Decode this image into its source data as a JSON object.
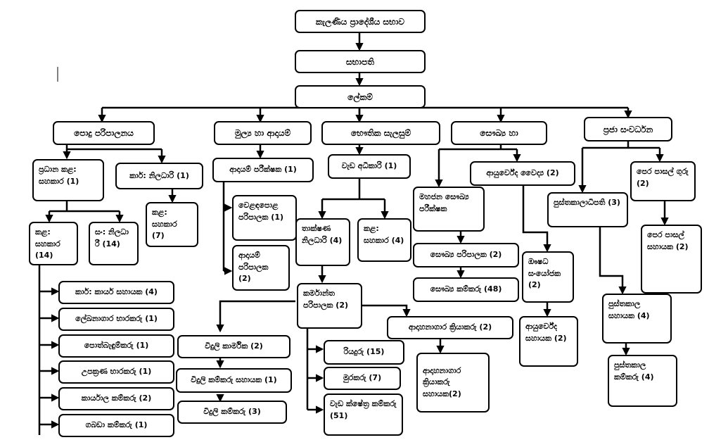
{
  "nodes": {
    "kelaniya": "කැලණිය ප්‍රාදේශීය සභාව",
    "chairman": "සභාපති",
    "secretary": "ලේකම්",
    "general_admin": "පොදු පරිපාලනය",
    "revenue": "මුල්‍ය හා ආදායම්",
    "physical": "භෞතික සැලසුම්",
    "health": "සෞඛ්‍ය හා",
    "social_dev": "ප්‍රජා සංවර්ධන",
    "chief_mgmt_asst": "ප්‍රධාන කළ: සහකාර (1)",
    "dev_officer": "කාර්: නිලධාරි (1)",
    "mgmt_asst_14": "කළ: සහකාර (14)",
    "dev_officer_14": "සං: නිලධා රී (14)",
    "mgmt_asst_7": "කළ: සහකාර (7)",
    "office_work_asst": "කාර්: කාර්ය සහායක (4)",
    "record_keeper": "ලේඛනාගාර භාරකරු (1)",
    "cleaner": "පොත්බැඳුම්කරු (1)",
    "tool_keeper": "උපක්‍රණ භාරකරු (1)",
    "office_labourer": "කාර්යාල කම්කරු (2)",
    "store_labourer": "ගබඩා කම්කරු (1)",
    "revenue_inspector": "ආදායම් පරීක්ෂක (1)",
    "market_supervisor": "වෙළඳපොළ පරිපාලක (1)",
    "revenue_supervisor": "ආදායම් පරිපාලක (2)",
    "works_superintendent": "වැඩ අධිකාරි (1)",
    "technical_officer": "තාක්ෂණ නිලධාරි (4)",
    "mgmt_asst_4": "කළ: සහකාර (4)",
    "works_supervisor": "කර්මාන්ත පරිපාලක (2)",
    "electrician": "විදුලි කාර්මික (2)",
    "electric_labour_asst": "විදුලි කම්කරු සහායක (1)",
    "electric_labourer": "විදුලි කම්කරු (3)",
    "driver": "රියදුරු (15)",
    "watcher": "මුරකරු (7)",
    "field_labourer": "වැඩ ක්ෂේත්‍ර කම්කරු (51)",
    "crematorium_operator": "ආදාහනාගාර ක්‍රියාකරු (2)",
    "crematorium_asst": "ආදාහනාගාර ක්‍රියාකරු සහායක(2)",
    "phi": "මහජන සෞඛ්‍ය පරීක්ෂක",
    "health_supervisor": "සෞඛ්‍ය පරිපාලක (2)",
    "health_labourer": "සෞඛ්‍ය කම්කරු (48)",
    "ayurveda_doctor": "ආයුර්වේද වෛද්‍ය (2)",
    "drug_compounder": "ඖෂධ සංයෝජක (2)",
    "ayurveda_asst": "ආයුර්වේද සහායක (2)",
    "librarian": "පුස්තකාලාධිපති (3)",
    "preschool_teacher": "පෙර පාසල් ගුරු (2)",
    "preschool_asst": "පෙර පාසල් සහායක (2)",
    "library_asst": "පුස්තකාල සහායක (4)",
    "library_labourer": "පුස්තකාල කම්කරු (4)"
  }
}
